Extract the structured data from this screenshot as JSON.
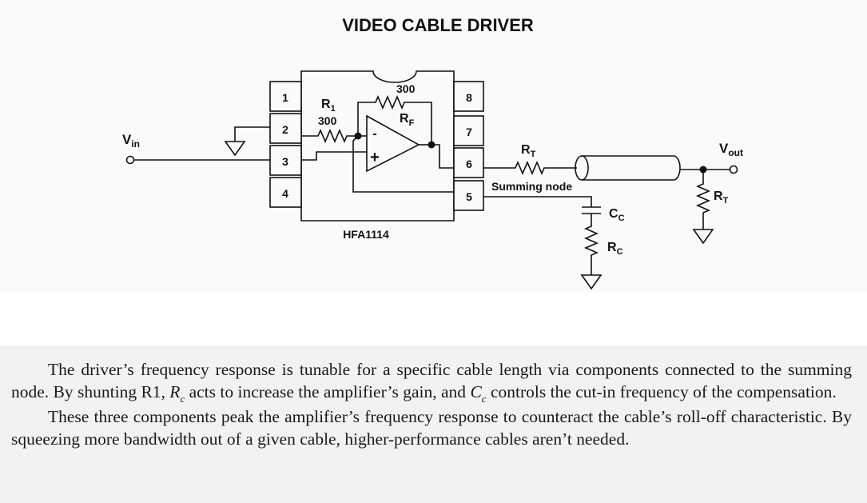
{
  "diagram": {
    "title": "VIDEO CABLE DRIVER",
    "chip_name": "HFA1114",
    "pins": [
      "1",
      "2",
      "3",
      "4",
      "5",
      "6",
      "7",
      "8"
    ],
    "r1": {
      "name": "R",
      "sub": "1",
      "value": "300"
    },
    "rf": {
      "name": "R",
      "sub": "F",
      "value": "300"
    },
    "opamp": {
      "minus": "-",
      "plus": "+"
    },
    "vin": {
      "name": "V",
      "sub": "in"
    },
    "vout": {
      "name": "V",
      "sub": "out"
    },
    "rt_series": {
      "name": "R",
      "sub": "T"
    },
    "rt_load": {
      "name": "R",
      "sub": "T"
    },
    "cc": {
      "name": "C",
      "sub": "C"
    },
    "rc": {
      "name": "R",
      "sub": "C"
    },
    "summing_node": "Summing node"
  },
  "caption": {
    "p1_part1": "The driver’s frequency response is tunable for a specific cable length via components connected to the summing node. By shunting R1, ",
    "rc_symbol": "R",
    "rc_sub": "c",
    "p1_part2": " acts to increase the amplifier’s gain, and ",
    "cc_symbol": "C",
    "cc_sub": "c",
    "p1_part3": " controls the cut-in frequency of the compensation.",
    "p2": "These three components peak the amplifier’s frequency response to counteract the cable’s roll-off characteristic. By squeezing more bandwidth out of a given cable, higher-performance cables aren’t needed."
  }
}
